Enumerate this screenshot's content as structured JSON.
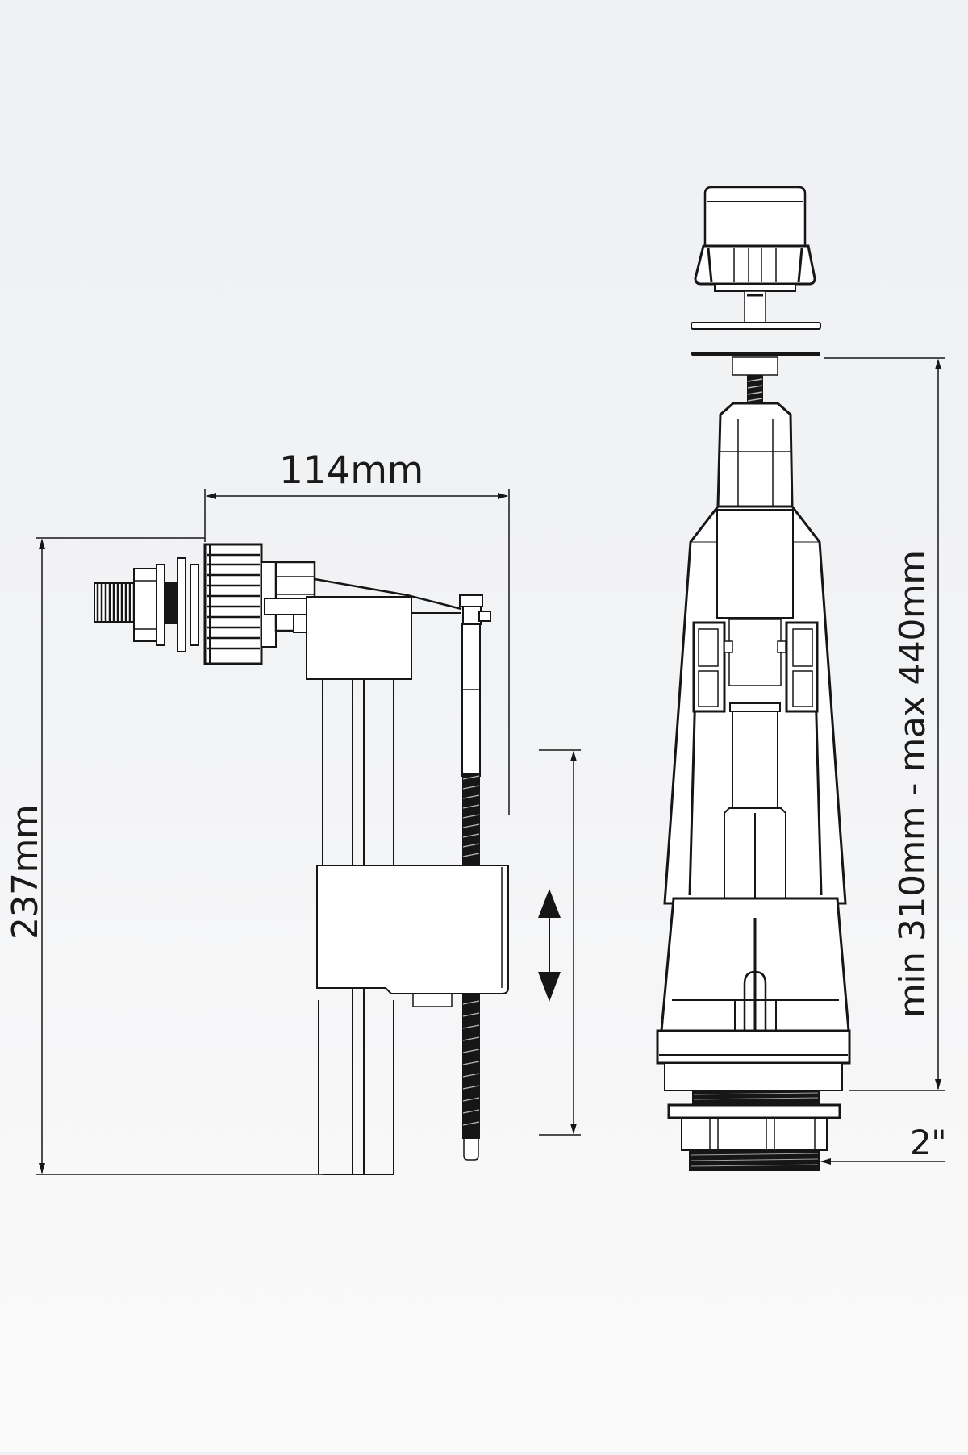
{
  "diagram": {
    "type": "technical-line-drawing",
    "components": [
      {
        "id": "inlet-fill-valve",
        "name": "Side-entry fill valve with float"
      },
      {
        "id": "flush-valve",
        "name": "Push-button flush valve"
      }
    ],
    "dimensions": {
      "fill_valve_width": "114mm",
      "fill_valve_height": "237mm",
      "flush_valve_height_range": "min 310mm - max 440mm",
      "flush_valve_thread": "2\""
    },
    "annotations": [
      {
        "type": "double-arrow",
        "target": "float",
        "meaning": "float adjustable up/down"
      },
      {
        "type": "dimension-line",
        "target": "float-rod",
        "meaning": "float travel range"
      }
    ],
    "colors": {
      "line": "#161616",
      "background": "#f2f3f5"
    }
  }
}
